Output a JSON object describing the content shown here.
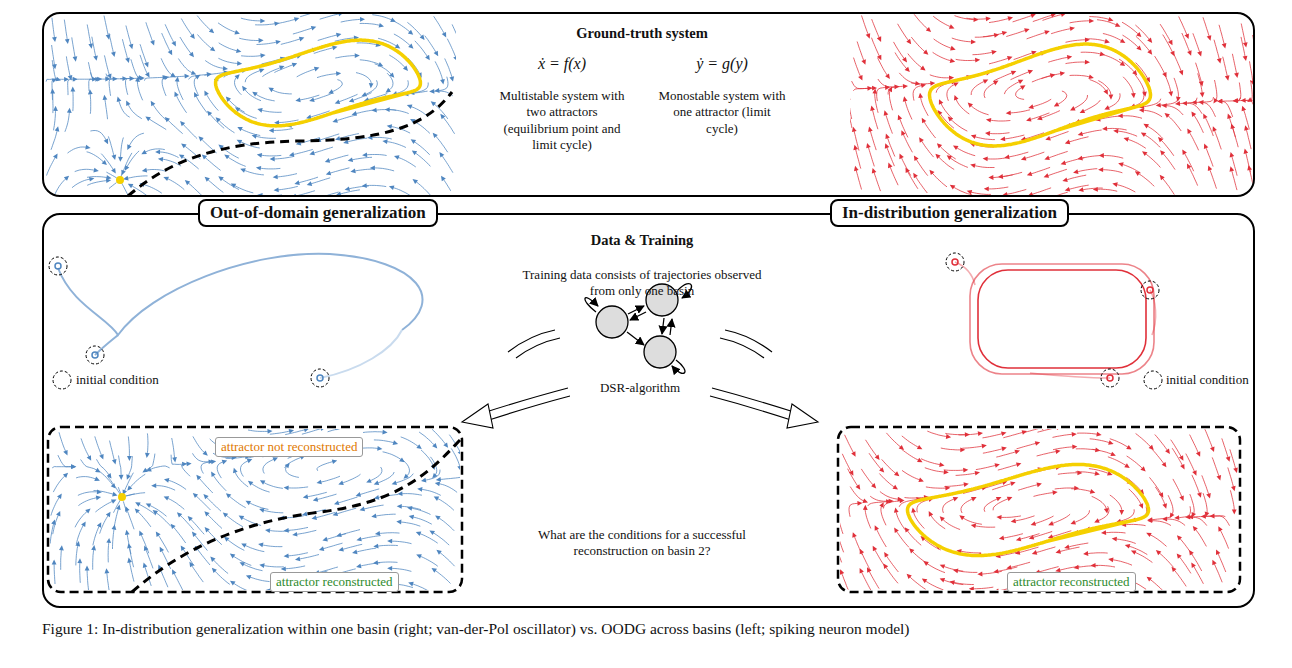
{
  "diagram": {
    "caption": "Figure 1: In-distribution generalization within one basin (right; van-der-Pol oscillator) vs. OODG across basins (left; spiking neuron model)",
    "nodes": [
      {
        "text": [
          "Ground-truth system",
          "ẋ = f(x)",
          "ẏ = g(y)",
          "Multistable system with two attractors (equilibrium point and limit cycle)",
          "Monostable system with one attractor (limit cycle)"
        ]
      },
      {
        "text": [
          "Out-of-domain generalization"
        ]
      },
      {
        "text": [
          "In-distribution generalization"
        ]
      },
      {
        "text": [
          "Data & Training",
          "Training data consists of trajectories observed from only one basin",
          "What are the conditions for a successful reconstruction on basin 2?"
        ]
      },
      {
        "text": [
          "attractor not reconstructed"
        ],
        "in": 3
      },
      {
        "text": [
          "attractor reconstructed"
        ],
        "in": 3
      },
      {
        "text": [
          "attractor reconstructed"
        ],
        "in": 3
      }
    ],
    "labels": [
      "initial condition",
      "initial condition",
      "DSR-algorithm"
    ]
  }
}
